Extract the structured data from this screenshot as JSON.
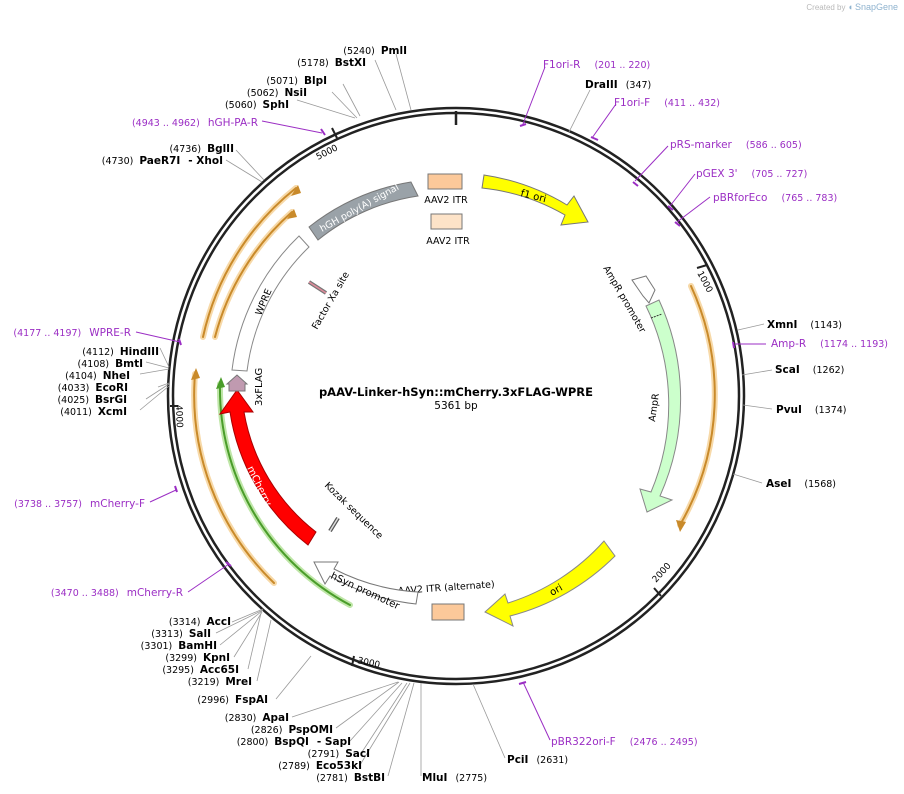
{
  "app": {
    "created_by": "Created by",
    "brand": "SnapGene"
  },
  "map": {
    "title": "pAAV-Linker-hSyn::mCherry.3xFLAG-WPRE",
    "length": 5361,
    "size_label": "5361 bp",
    "ticks": [
      "1000",
      "2000",
      "3000",
      "4000",
      "5000"
    ],
    "colors": {
      "primer": "#9b2ec4",
      "feature_yellow": "#ffff00",
      "feature_red": "#ff0000",
      "feature_green": "#ccffcc",
      "itr": "#fcc99a",
      "polyA": "#9aa2a8",
      "flag": "#c09ab0",
      "orf_orange": "#d99a3c",
      "orf_green": "#4a9d2a"
    }
  },
  "enzymes_right": [
    {
      "name": "DraIII",
      "pos": "(347)"
    },
    {
      "name": "XmnI",
      "pos": "(1143)"
    },
    {
      "name": "ScaI",
      "pos": "(1262)"
    },
    {
      "name": "PvuI",
      "pos": "(1374)"
    },
    {
      "name": "AseI",
      "pos": "(1568)"
    },
    {
      "name": "PciI",
      "pos": "(2631)"
    },
    {
      "name": "MluI",
      "pos": "(2775)"
    }
  ],
  "enzymes_left": [
    {
      "name": "PmlI",
      "pos": "(5240)"
    },
    {
      "name": "BstXI",
      "pos": "(5178)"
    },
    {
      "name": "BlpI",
      "pos": "(5071)"
    },
    {
      "name": "NsiI",
      "pos": "(5062)"
    },
    {
      "name": "SphI",
      "pos": "(5060)"
    },
    {
      "name": "BglII",
      "pos": "(4736)"
    },
    {
      "name": "PaeR7I",
      "pos": "(4730)"
    },
    {
      "name": "XhoI",
      "pos": ""
    },
    {
      "name": "HindIII",
      "pos": "(4112)"
    },
    {
      "name": "BmtI",
      "pos": "(4108)"
    },
    {
      "name": "NheI",
      "pos": "(4104)"
    },
    {
      "name": "EcoRI",
      "pos": "(4033)"
    },
    {
      "name": "BsrGI",
      "pos": "(4025)"
    },
    {
      "name": "XcmI",
      "pos": "(4011)"
    },
    {
      "name": "AccI",
      "pos": "(3314)"
    },
    {
      "name": "SalI",
      "pos": "(3313)"
    },
    {
      "name": "BamHI",
      "pos": "(3301)"
    },
    {
      "name": "KpnI",
      "pos": "(3299)"
    },
    {
      "name": "Acc65I",
      "pos": "(3295)"
    },
    {
      "name": "MreI",
      "pos": "(3219)"
    },
    {
      "name": "FspAI",
      "pos": "(2996)"
    },
    {
      "name": "ApaI",
      "pos": "(2830)"
    },
    {
      "name": "PspOMI",
      "pos": "(2826)"
    },
    {
      "name": "BspQI",
      "pos": "(2800)"
    },
    {
      "name": "SapI",
      "pos": ""
    },
    {
      "name": "SacI",
      "pos": "(2791)"
    },
    {
      "name": "Eco53kI",
      "pos": "(2789)"
    },
    {
      "name": "BstBI",
      "pos": "(2781)"
    }
  ],
  "primers": [
    {
      "name": "F1ori-R",
      "range": "(201 .. 220)"
    },
    {
      "name": "F1ori-F",
      "range": "(411 .. 432)"
    },
    {
      "name": "pRS-marker",
      "range": "(586 .. 605)"
    },
    {
      "name": "pGEX 3'",
      "range": "(705 .. 727)"
    },
    {
      "name": "pBRforEco",
      "range": "(765 .. 783)"
    },
    {
      "name": "Amp-R",
      "range": "(1174 .. 1193)"
    },
    {
      "name": "pBR322ori-F",
      "range": "(2476 .. 2495)"
    },
    {
      "name": "mCherry-R",
      "range": "(3470 .. 3488)"
    },
    {
      "name": "mCherry-F",
      "range": "(3738 .. 3757)"
    },
    {
      "name": "WPRE-R",
      "range": "(4177 .. 4197)"
    },
    {
      "name": "hGH-PA-R",
      "range": "(4943 .. 4962)"
    }
  ],
  "features": {
    "f1_ori": "f1 ori",
    "aav2_itr_top": "AAV2 ITR",
    "aav2_itr_inner": "AAV2 ITR",
    "ampr_promoter": "AmpR promoter",
    "ampr": "AmpR",
    "ori": "ori",
    "aav2_itr_alt": "AAV2 ITR (alternate)",
    "hsyn_promoter": "hSyn promoter",
    "kozak": "Kozak sequence",
    "mcherry": "mCherry",
    "flag": "3xFLAG",
    "wpre": "WPRE",
    "factor_xa": "Factor Xa site",
    "hgh_polya": "hGH poly(A) signal"
  }
}
